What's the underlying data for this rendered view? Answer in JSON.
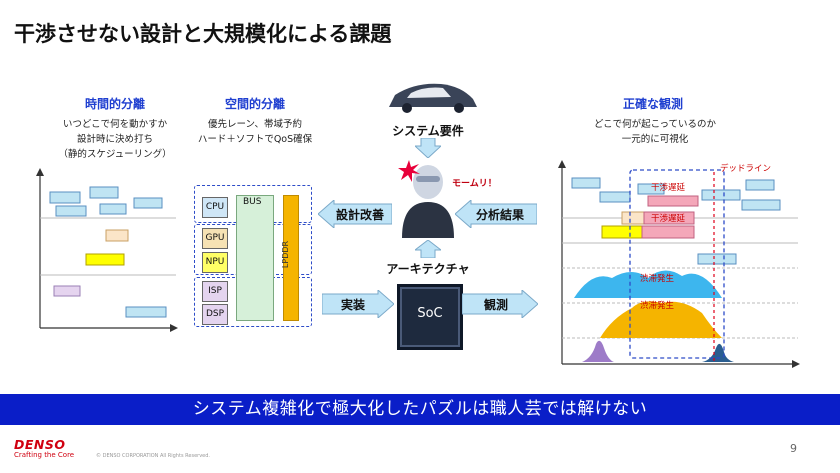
{
  "title": "干渉させない設計と大規模化による課題",
  "time": {
    "heading": "時間的分離",
    "line1": "いつどこで何を動かすか",
    "line2": "設計時に決め打ち",
    "line3": "（静的スケジューリング）"
  },
  "space": {
    "heading": "空間的分離",
    "line1": "優先レーン、帯域予約",
    "line2": "ハード＋ソフトでQoS確保"
  },
  "obs": {
    "heading": "正確な観測",
    "line1": "どこで何が起こっているのか",
    "line2": "一元的に可視化"
  },
  "arrows": {
    "system_req": "システム要件",
    "design": "設計改善",
    "analysis": "分析結果",
    "arch": "アーキテクチャ",
    "impl": "実装",
    "observe": "観測"
  },
  "worry": "モームリ！",
  "soc": "SoC",
  "bus": "BUS",
  "lpddr": "LPDDR",
  "chips": [
    "CPU",
    "GPU",
    "NPU",
    "ISP",
    "DSP"
  ],
  "chart": {
    "deadline": "デッドライン",
    "interf1": "干渉遅延",
    "interf2": "干渉遅延",
    "jam1": "渋滞発生",
    "jam2": "渋滞発生"
  },
  "banner": "システム複雑化で極大化したパズルは職人芸では解けない",
  "footer": {
    "logo": "DENSO",
    "tagline": "Crafting the Core",
    "copyright": "© DENSO CORPORATION All Rights Reserved.",
    "page": "9"
  },
  "colors": {
    "accent": "#0a1ec8",
    "red": "#d00010"
  }
}
